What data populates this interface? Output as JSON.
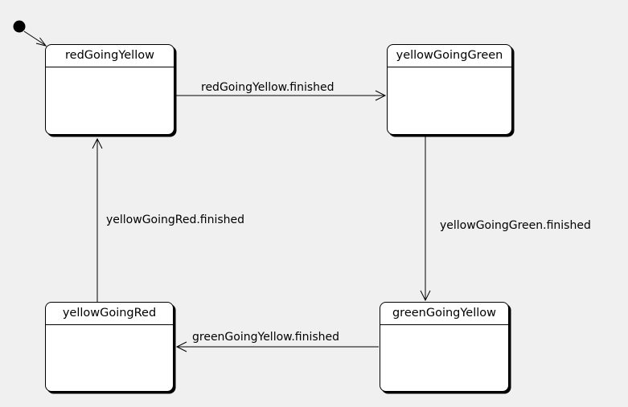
{
  "diagram": {
    "type": "statechart",
    "background_color": "#f0f0f0",
    "state_fill_color": "#ffffff",
    "line_color": "#000000",
    "initial_state": {
      "name": "initial-pseudostate",
      "target": "redGoingYellow"
    },
    "states": [
      {
        "label": "redGoingYellow"
      },
      {
        "label": "yellowGoingGreen"
      },
      {
        "label": "greenGoingYellow"
      },
      {
        "label": "yellowGoingRed"
      }
    ],
    "transitions": [
      {
        "from": "redGoingYellow",
        "to": "yellowGoingGreen",
        "label": "redGoingYellow.finished"
      },
      {
        "from": "yellowGoingGreen",
        "to": "greenGoingYellow",
        "label": "yellowGoingGreen.finished"
      },
      {
        "from": "greenGoingYellow",
        "to": "yellowGoingRed",
        "label": "greenGoingYellow.finished"
      },
      {
        "from": "yellowGoingRed",
        "to": "redGoingYellow",
        "label": "yellowGoingRed.finished"
      }
    ]
  }
}
